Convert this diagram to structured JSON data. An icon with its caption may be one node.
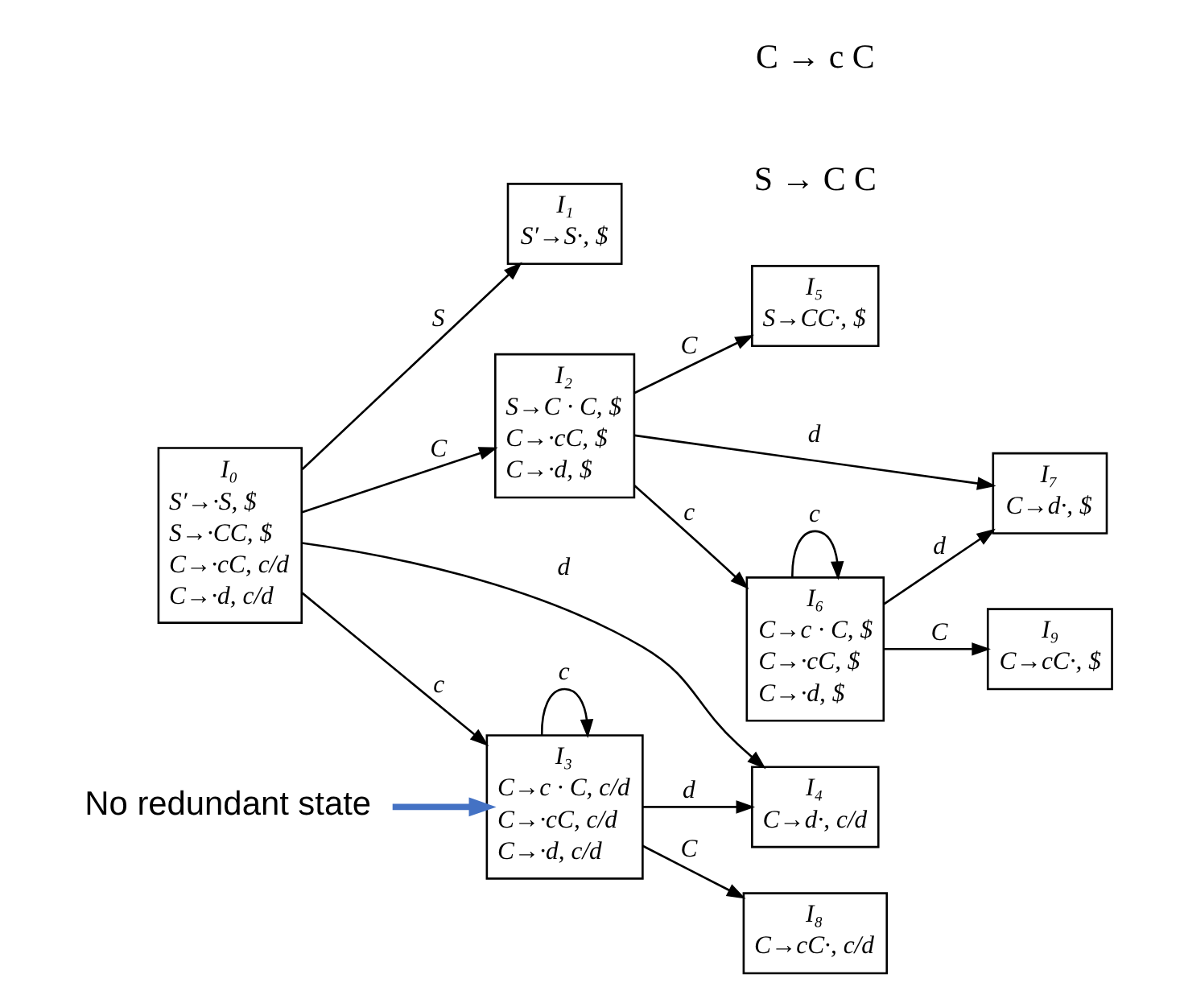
{
  "diagram": {
    "nodes": [
      {
        "text": [
          "I₀",
          "S′→·S, $",
          "S→·CC, $",
          "C→·cC, c/d",
          "C→·d, c/d"
        ]
      },
      {
        "text": [
          "I₁",
          "S′→S·, $"
        ]
      },
      {
        "text": [
          "I₂",
          "S→C · C, $",
          "C→·cC, $",
          "C→·d, $"
        ]
      },
      {
        "text": [
          "I₃",
          "C→c · C, c/d",
          "C→·cC, c/d",
          "C→·d, c/d"
        ]
      },
      {
        "text": [
          "I₄",
          "C→d·, c/d"
        ]
      },
      {
        "text": [
          "I₅",
          "S→CC·, $"
        ]
      },
      {
        "text": [
          "I₆",
          "C→c · C, $",
          "C→·cC, $",
          "C→·d, $"
        ]
      },
      {
        "text": [
          "I₇",
          "C→d·, $"
        ]
      },
      {
        "text": [
          "I₈",
          "C→cC·, c/d"
        ]
      },
      {
        "text": [
          "I₉",
          "C→cC·, $"
        ]
      },
      {
        "text": [
          "No redundant state"
        ]
      }
    ],
    "edges": [
      {
        "from": 0,
        "to": 1,
        "arrow": "to",
        "label": "S"
      },
      {
        "from": 0,
        "to": 2,
        "arrow": "to",
        "label": "C"
      },
      {
        "from": 0,
        "to": 3,
        "arrow": "to",
        "label": "c"
      },
      {
        "from": 0,
        "to": 4,
        "arrow": "to",
        "label": "d"
      },
      {
        "from": 2,
        "to": 5,
        "arrow": "to",
        "label": "C"
      },
      {
        "from": 2,
        "to": 6,
        "arrow": "to",
        "label": "c"
      },
      {
        "from": 2,
        "to": 7,
        "arrow": "to",
        "label": "d"
      },
      {
        "from": 6,
        "to": 9,
        "arrow": "to",
        "label": "C"
      },
      {
        "from": 6,
        "to": 6,
        "arrow": "to",
        "label": "c"
      },
      {
        "from": 6,
        "to": 7,
        "arrow": "to",
        "label": "d"
      },
      {
        "from": 3,
        "to": 8,
        "arrow": "to",
        "label": "C"
      },
      {
        "from": 3,
        "to": 3,
        "arrow": "to",
        "label": "c"
      },
      {
        "from": 3,
        "to": 4,
        "arrow": "to",
        "label": "d"
      },
      {
        "from": 10,
        "to": 3,
        "arrow": "to",
        "style": "thick",
        "color": "#4472c4"
      }
    ],
    "labels": [
      "S → C C",
      "C → c C"
    ]
  }
}
